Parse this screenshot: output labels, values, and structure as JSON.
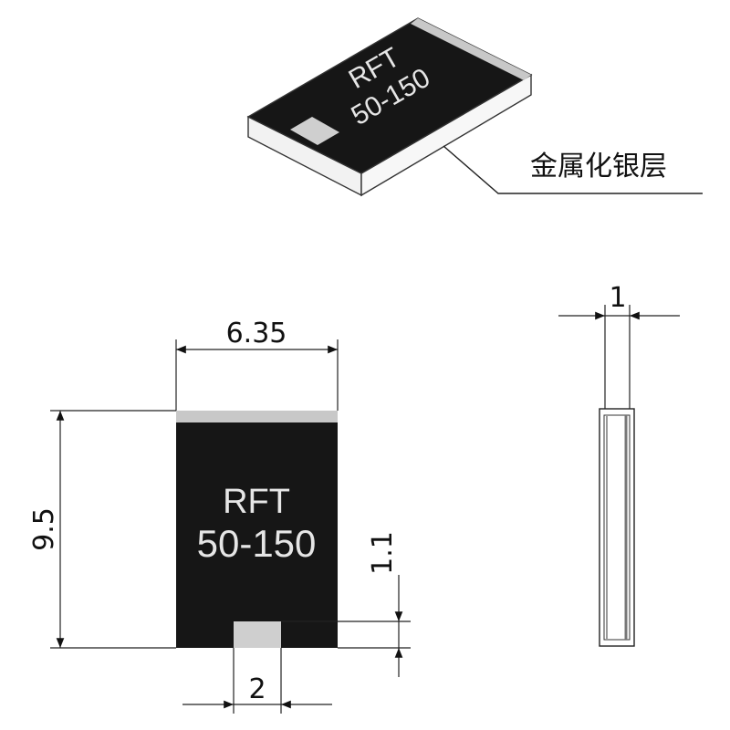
{
  "chip": {
    "part_line1": "RFT",
    "part_line2": "50-150"
  },
  "callout": {
    "label": "金属化银层"
  },
  "dimensions": {
    "width": "6.35",
    "height": "9.5",
    "pad_width": "2",
    "pad_height": "1.1",
    "thickness": "1"
  },
  "colors": {
    "chip_body": "#161616",
    "metal_layer": "#c8c8c8",
    "substrate_edge": "#f2f2f2"
  }
}
